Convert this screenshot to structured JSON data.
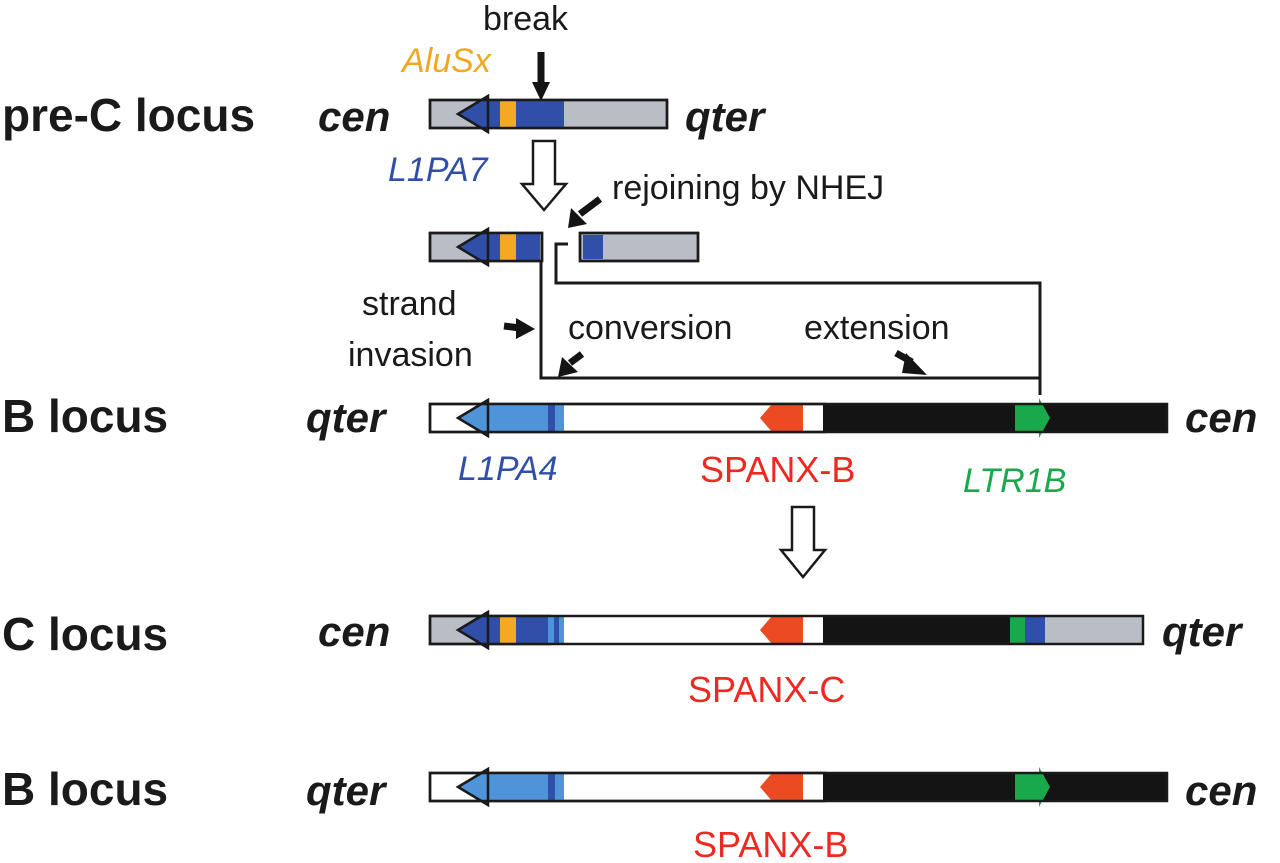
{
  "colors": {
    "grey": "#b9bec6",
    "dark_blue": "#2f4fa8",
    "light_blue": "#4f93d8",
    "orange_seg": "#f3a924",
    "red": "#ec4a22",
    "green": "#19a84a",
    "black": "#141414",
    "white": "#ffffff",
    "label_orange": "#f0a822",
    "label_blue": "#2f4fa8",
    "label_red": "#ec2a22",
    "label_green": "#19a84a"
  },
  "rows": {
    "prec": {
      "name": "pre-C locus",
      "left_end": "cen",
      "right_end": "qter"
    },
    "b1": {
      "name": "B locus",
      "left_end": "qter",
      "right_end": "cen"
    },
    "c": {
      "name": "C locus",
      "left_end": "cen",
      "right_end": "qter"
    },
    "b2": {
      "name": "B locus",
      "left_end": "qter",
      "right_end": "cen"
    }
  },
  "annotations": {
    "break": "break",
    "alusx": "AluSx",
    "l1pa7": "L1PA7",
    "rejoining": "rejoining by NHEJ",
    "strand_1": "strand",
    "strand_2": "invasion",
    "conversion": "conversion",
    "extension": "extension",
    "l1pa4": "L1PA4",
    "spanx_b_1": "SPANX-B",
    "ltr1b": "LTR1B",
    "spanx_c": "SPANX-C",
    "spanx_b_2": "SPANX-B"
  },
  "icons": [
    "break-arrow-icon",
    "hollow-down-arrow-icon",
    "small-black-arrow-icon"
  ]
}
